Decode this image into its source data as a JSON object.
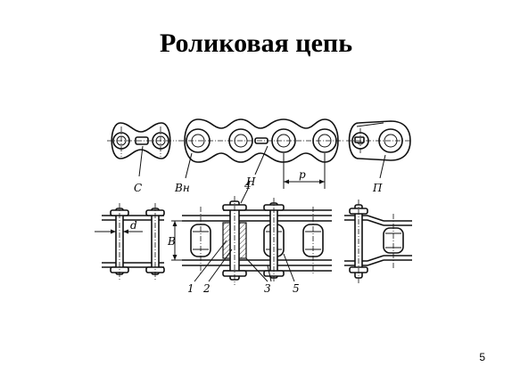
{
  "slide": {
    "title": "Роликовая цепь",
    "number": "5"
  },
  "diagram": {
    "labels": {
      "c": "С",
      "vn": "Вн",
      "n": "Н",
      "p": "р",
      "pi": "П",
      "d": "d",
      "b": "В",
      "l1": "1",
      "l2": "2",
      "l3": "3",
      "l4": "4",
      "l5": "5"
    }
  }
}
